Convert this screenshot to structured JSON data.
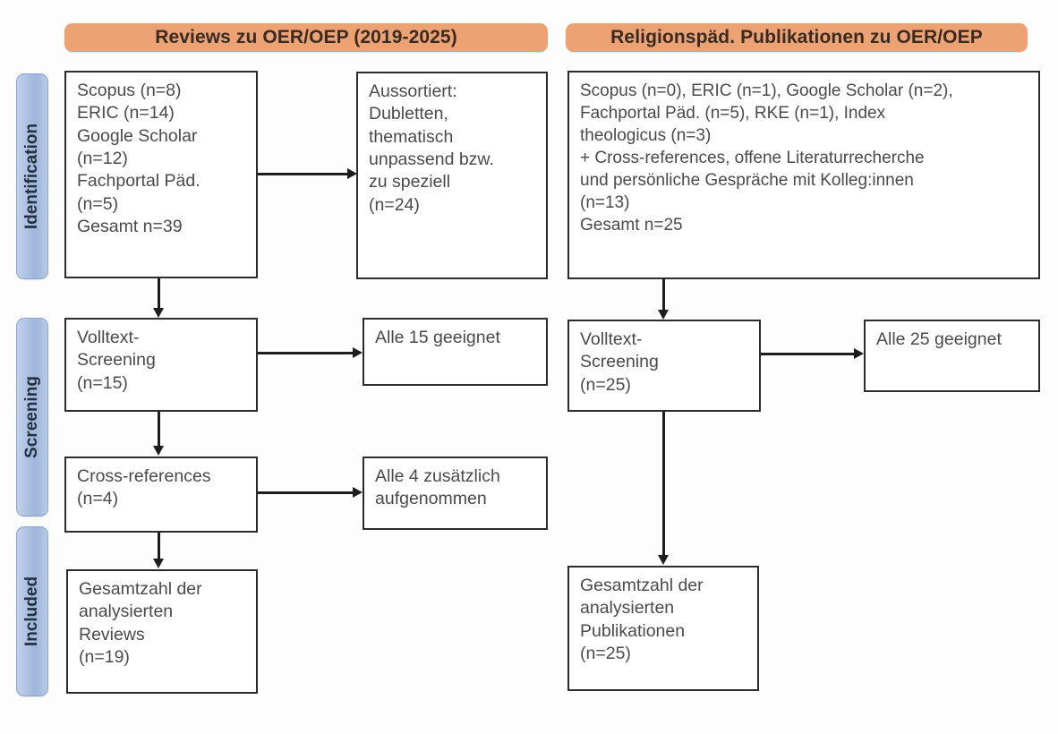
{
  "diagram": {
    "type": "prisma-flow-diagram",
    "columns": [
      {
        "id": "reviews",
        "header": "Reviews zu OER/OEP (2019-2025)"
      },
      {
        "id": "publications",
        "header": "Religionspäd. Publikationen zu OER/OEP"
      }
    ],
    "stages": [
      {
        "id": "identification",
        "label": "Identification"
      },
      {
        "id": "screening",
        "label": "Screening"
      },
      {
        "id": "included",
        "label": "Included"
      }
    ],
    "colors": {
      "header_orange": "#eda273",
      "stage_blue": "#aabfe0",
      "box_border": "#2c2c2c",
      "box_text": "#4a4a4a",
      "connector": "#1d1d1d"
    }
  },
  "left": {
    "sources": "Scopus (n=8)\nERIC (n=14)\nGoogle Scholar\n(n=12)\nFachportal Päd.\n(n=5)\nGesamt n=39",
    "excluded": "Aussortiert:\nDubletten,\nthematisch\nunpassend bzw.\nzu speziell\n(n=24)",
    "fulltext": "Volltext-\nScreening\n(n=15)",
    "allfit": "Alle 15 geeignet",
    "crossref": "Cross-references\n(n=4)",
    "alladded": "Alle 4 zusätzlich\naufgenommen",
    "included": "Gesamtzahl der\nanalysierten\nReviews\n(n=19)"
  },
  "right": {
    "sources": "Scopus (n=0), ERIC (n=1), Google Scholar (n=2),\nFachportal Päd. (n=5), RKE (n=1), Index\ntheologicus (n=3)\n+ Cross-references, offene Literaturrecherche\nund persönliche Gespräche mit Kolleg:innen\n(n=13)\nGesamt n=25",
    "fulltext": "Volltext-\nScreening\n(n=25)",
    "allfit": "Alle 25 geeignet",
    "included": "Gesamtzahl der\nanalysierten\nPublikationen\n(n=25)"
  }
}
